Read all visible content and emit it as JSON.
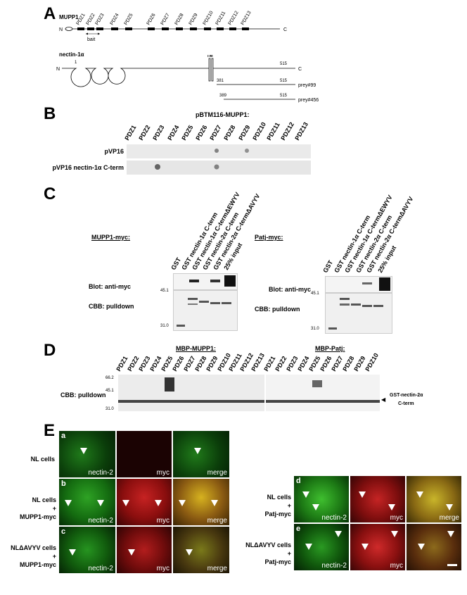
{
  "panel_labels": {
    "A": "A",
    "B": "B",
    "C": "C",
    "D": "D",
    "E": "E"
  },
  "panelA": {
    "mupp1_title": "MUPP1",
    "n": "N",
    "c": "C",
    "pdz_labels": [
      "PDZ1",
      "PDZ2",
      "PDZ3",
      "PDZ4",
      "PDZ5",
      "PDZ6",
      "PDZ7",
      "PDZ8",
      "PDZ9",
      "PDZ10",
      "PDZ11",
      "PDZ12",
      "PDZ13"
    ],
    "bait": "bait",
    "nectin_title": "nectin-1α",
    "tm": "TM",
    "n_start": "1",
    "n_end": "515",
    "prey1_start": "381",
    "prey1_end": "515",
    "prey1_name": "prey#99",
    "prey2_start": "389",
    "prey2_end": "515",
    "prey2_name": "prey#456"
  },
  "panelB": {
    "header": "pBTM116-MUPP1:",
    "cols": [
      "PDZ1",
      "PDZ2",
      "PDZ3",
      "PDZ4",
      "PDZ5",
      "PDZ6",
      "PDZ7",
      "PDZ8",
      "PDZ9",
      "PDZ10",
      "PDZ11",
      "PDZ12",
      "PDZ13"
    ],
    "row1": "pVP16",
    "row2": "pVP16 nectin-1α C-term"
  },
  "panelC": {
    "left_title": "MUPP1-myc:",
    "right_title": "Patj-myc:",
    "lanes": [
      "GST",
      "GST nectin-1α C-term",
      "GST nectin-1α C-termΔEWYV",
      "GST nectin-2α C-term",
      "GST nectin-2α C-termΔAVYV",
      "25% input"
    ],
    "blot_label": "Blot: anti-myc",
    "cbb_label": "CBB: pulldown",
    "mw_high": "45.1",
    "mw_low": "31.0"
  },
  "panelD": {
    "mupp1_header": "MBP-MUPP1:",
    "patj_header": "MBP-Patj:",
    "mupp1_cols": [
      "PDZ1",
      "PDZ2",
      "PDZ3",
      "PDZ4",
      "PDZ5",
      "PDZ6",
      "PDZ7",
      "PDZ8",
      "PDZ9",
      "PDZ10",
      "PDZ11",
      "PDZ12",
      "PDZ13"
    ],
    "patj_cols": [
      "PDZ1",
      "PDZ2",
      "PDZ3",
      "PDZ4",
      "PDZ5",
      "PDZ6",
      "PDZ7",
      "PDZ8",
      "PDZ9",
      "PDZ10"
    ],
    "cbb_label": "CBB: pulldown",
    "mw1": "66.2",
    "mw2": "45.1",
    "mw3": "31.0",
    "band_label_1": "GST-nectin-2α",
    "band_label_2": "C-term"
  },
  "panelE": {
    "row_a": "NL cells",
    "row_b_1": "NL cells",
    "row_b_2": "+",
    "row_b_3": "MUPP1-myc",
    "row_c_1": "NLΔAVYV cells",
    "row_c_2": "+",
    "row_c_3": "MUPP1-myc",
    "row_d_1": "NL cells",
    "row_d_2": "+",
    "row_d_3": "Patj-myc",
    "row_e_1": "NLΔAVYV cells",
    "row_e_2": "+",
    "row_e_3": "Patj-myc",
    "sub_a": "a",
    "sub_b": "b",
    "sub_c": "c",
    "sub_d": "d",
    "sub_e": "e",
    "ch_nectin": "nectin-2",
    "ch_myc": "myc",
    "ch_merge": "merge"
  }
}
